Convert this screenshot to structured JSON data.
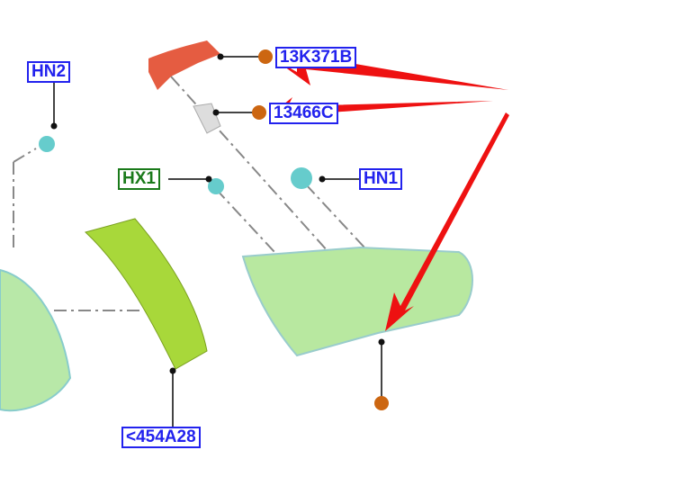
{
  "labels": {
    "hn2": "HN2",
    "part1": "13K371B",
    "part2": "13466C",
    "hx1": "HX1",
    "hn1": "HN1",
    "part3": "<454A28"
  },
  "colors": {
    "callout_blue": "#2222ee",
    "callout_green": "#1a7a1a",
    "arrow": "#ee1111",
    "dot": "#cc6611",
    "part_green": "#a8d83a"
  }
}
